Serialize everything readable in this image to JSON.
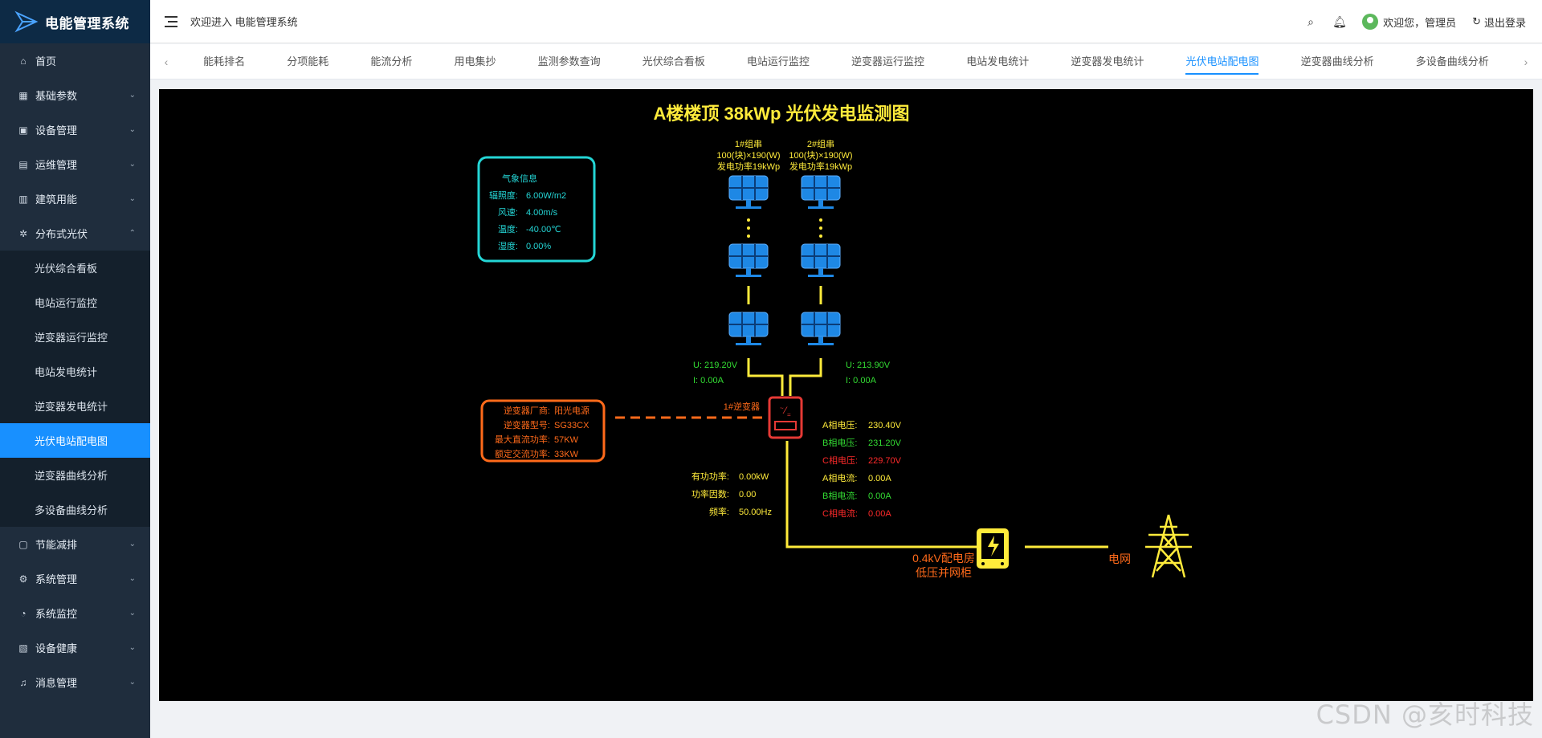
{
  "app": {
    "title": "电能管理系统",
    "welcome": "欢迎进入 电能管理系统"
  },
  "header": {
    "user_greeting": "欢迎您，管理员",
    "logout": "退出登录"
  },
  "sidebar": {
    "items": [
      {
        "label": "首页",
        "icon": "home-icon"
      },
      {
        "label": "基础参数",
        "icon": "table-icon"
      },
      {
        "label": "设备管理",
        "icon": "device-icon"
      },
      {
        "label": "运维管理",
        "icon": "maintenance-icon"
      },
      {
        "label": "建筑用能",
        "icon": "building-icon"
      },
      {
        "label": "分布式光伏",
        "icon": "solar-icon"
      }
    ],
    "submenu": [
      "光伏综合看板",
      "电站运行监控",
      "逆变器运行监控",
      "电站发电统计",
      "逆变器发电统计",
      "光伏电站配电图",
      "逆变器曲线分析",
      "多设备曲线分析"
    ],
    "bottom_items": [
      {
        "label": "节能减排",
        "icon": "leaf-icon"
      },
      {
        "label": "系统管理",
        "icon": "gear-icon"
      },
      {
        "label": "系统监控",
        "icon": "monitor-icon"
      },
      {
        "label": "设备健康",
        "icon": "health-icon"
      },
      {
        "label": "消息管理",
        "icon": "message-icon"
      }
    ]
  },
  "tabs": [
    "能耗排名",
    "分项能耗",
    "能流分析",
    "用电集抄",
    "监测参数查询",
    "光伏综合看板",
    "电站运行监控",
    "逆变器运行监控",
    "电站发电统计",
    "逆变器发电统计",
    "光伏电站配电图",
    "逆变器曲线分析",
    "多设备曲线分析"
  ],
  "active_tab": "光伏电站配电图",
  "diagram": {
    "title": "A楼楼顶 38kWp 光伏发电监测图",
    "weather": {
      "heading": "气象信息",
      "rows": [
        {
          "label": "辐照度:",
          "value": "6.00W/m2"
        },
        {
          "label": "风速:",
          "value": "4.00m/s"
        },
        {
          "label": "温度:",
          "value": "-40.00℃"
        },
        {
          "label": "湿度:",
          "value": "0.00%"
        }
      ]
    },
    "strings": [
      {
        "name": "1#组串",
        "spec": "100(块)×190(W)",
        "power": "发电功率19kWp",
        "u": "U: 219.20V",
        "i": "I:  0.00A"
      },
      {
        "name": "2#组串",
        "spec": "100(块)×190(W)",
        "power": "发电功率19kWp",
        "u": "U: 213.90V",
        "i": "I:  0.00A"
      }
    ],
    "inverter": {
      "label": "1#逆变器",
      "info": [
        {
          "label": "逆变器厂商:",
          "value": "阳光电源"
        },
        {
          "label": "逆变器型号:",
          "value": "SG33CX"
        },
        {
          "label": "最大直流功率:",
          "value": "57KW"
        },
        {
          "label": "额定交流功率:",
          "value": "33KW"
        }
      ]
    },
    "power": [
      {
        "label": "有功功率:",
        "value": "0.00kW"
      },
      {
        "label": "功率因数:",
        "value": "0.00"
      },
      {
        "label": "频率:",
        "value": "50.00Hz"
      }
    ],
    "phases": [
      {
        "label": "A相电压:",
        "value": "230.40V",
        "color": "#ffff33"
      },
      {
        "label": "B相电压:",
        "value": "231.20V",
        "color": "#33dd33"
      },
      {
        "label": "C相电压:",
        "value": "229.70V",
        "color": "#ff2a2a"
      },
      {
        "label": "A相电流:",
        "value": "0.00A",
        "color": "#ffff33"
      },
      {
        "label": "B相电流:",
        "value": "0.00A",
        "color": "#33dd33"
      },
      {
        "label": "C相电流:",
        "value": "0.00A",
        "color": "#ff2a2a"
      }
    ],
    "distribution": {
      "line1": "0.4kV配电房",
      "line2": "低压并网柜"
    },
    "grid": "电网"
  },
  "watermark": "CSDN @亥时科技",
  "colors": {
    "sidebar": "#1f2d3d",
    "accent": "#1890ff",
    "yellow": "#ffeb3b",
    "cyan": "#24d6d6",
    "orange": "#ff6a1a",
    "panel_blue": "#1e88e5",
    "green": "#33dd33",
    "red": "#ff2a2a"
  }
}
